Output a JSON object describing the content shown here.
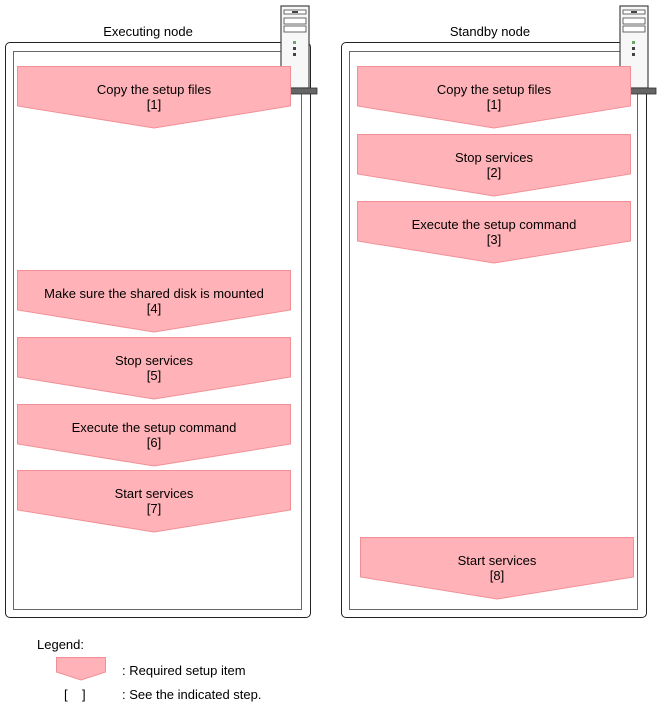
{
  "executing_node": {
    "title": "Executing node",
    "steps": [
      {
        "label": "Copy the setup files",
        "ref": "[1]"
      },
      {
        "label": "Make sure the shared disk is mounted",
        "ref": "[4]"
      },
      {
        "label": "Stop services",
        "ref": "[5]"
      },
      {
        "label": "Execute the setup command",
        "ref": "[6]"
      },
      {
        "label": "Start services",
        "ref": "[7]"
      }
    ]
  },
  "standby_node": {
    "title": "Standby node",
    "steps": [
      {
        "label": "Copy the setup files",
        "ref": "[1]"
      },
      {
        "label": "Stop services",
        "ref": "[2]"
      },
      {
        "label": "Execute the setup command",
        "ref": "[3]"
      },
      {
        "label": "Start services",
        "ref": "[8]"
      }
    ]
  },
  "legend": {
    "title": "Legend:",
    "required_desc": ": Required setup item",
    "bracket_symbol": "[    ]",
    "bracket_desc": ": See the indicated step."
  },
  "colors": {
    "step_fill": "#ffb3b8",
    "step_stroke": "#f28f96"
  }
}
